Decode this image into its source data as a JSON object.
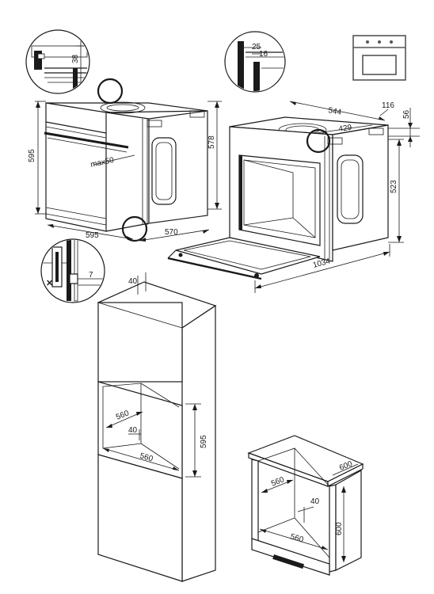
{
  "dimensions": {
    "top_oven": {
      "d595_left": "595",
      "d578_right": "578",
      "d595_bottom": "595",
      "d570_depth": "570",
      "max50": "max50"
    },
    "detail_top_left": {
      "d38": "38"
    },
    "detail_top_mid": {
      "d25": "25",
      "d16": "16"
    },
    "detail_bottom_left": {
      "d7": "7"
    },
    "open_oven": {
      "d544": "544",
      "d116": "116",
      "d56": "56",
      "d429": "429",
      "d523": "523",
      "d1034": "1034"
    },
    "tall_cabinet": {
      "d40_top": "40",
      "d560": "560",
      "d40_inner": "40",
      "d560_bottom": "560",
      "d595": "595"
    },
    "under_counter": {
      "d600_depth": "600",
      "d560": "560",
      "d40": "40",
      "d600_height": "600",
      "d560_bottom": "560"
    }
  },
  "icons": {
    "oven_symbol": "built-in-oven-icon"
  }
}
